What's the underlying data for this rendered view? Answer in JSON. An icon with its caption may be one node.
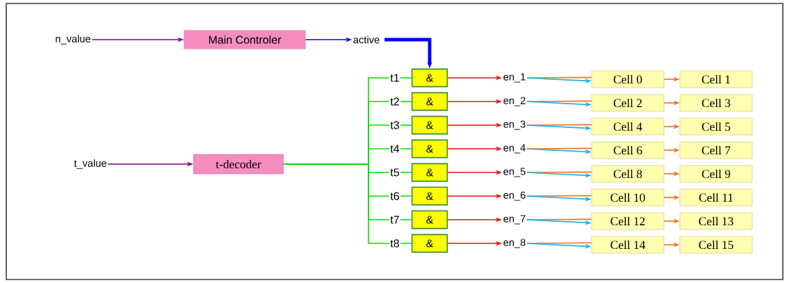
{
  "diagram": {
    "nodes": [
      {
        "text": [
          "n_value"
        ]
      },
      {
        "text": [
          "Main Controler"
        ]
      },
      {
        "text": [
          "active"
        ]
      },
      {
        "text": [
          "t_value"
        ]
      },
      {
        "text": [
          "t-decoder"
        ]
      },
      {
        "text": [
          "&"
        ]
      },
      {
        "text": [
          "&"
        ]
      },
      {
        "text": [
          "&"
        ]
      },
      {
        "text": [
          "&"
        ]
      },
      {
        "text": [
          "&"
        ]
      },
      {
        "text": [
          "&"
        ]
      },
      {
        "text": [
          "&"
        ]
      },
      {
        "text": [
          "&"
        ]
      },
      {
        "text": [
          "en_1"
        ]
      },
      {
        "text": [
          "en_2"
        ]
      },
      {
        "text": [
          "en_3"
        ]
      },
      {
        "text": [
          "en_4"
        ]
      },
      {
        "text": [
          "en_5"
        ]
      },
      {
        "text": [
          "en_6"
        ]
      },
      {
        "text": [
          "en_7"
        ]
      },
      {
        "text": [
          "en_8"
        ]
      },
      {
        "text": [
          "Cell 0"
        ]
      },
      {
        "text": [
          "Cell 1"
        ]
      },
      {
        "text": [
          "Cell 2"
        ]
      },
      {
        "text": [
          "Cell 3"
        ]
      },
      {
        "text": [
          "Cell 4"
        ]
      },
      {
        "text": [
          "Cell 5"
        ]
      },
      {
        "text": [
          "Cell 6"
        ]
      },
      {
        "text": [
          "Cell 7"
        ]
      },
      {
        "text": [
          "Cell 8"
        ]
      },
      {
        "text": [
          "Cell 9"
        ]
      },
      {
        "text": [
          "Cell 10"
        ]
      },
      {
        "text": [
          "Cell 11"
        ]
      },
      {
        "text": [
          "Cell 12"
        ]
      },
      {
        "text": [
          "Cell 13"
        ]
      },
      {
        "text": [
          "Cell 14"
        ]
      },
      {
        "text": [
          "Cell 15"
        ]
      }
    ],
    "edges": [
      {
        "from": 0,
        "to": 1,
        "arrow": "to",
        "color": "#800080"
      },
      {
        "from": 1,
        "to": 2,
        "arrow": "to",
        "color": "#0000ff"
      },
      {
        "from": 2,
        "to": 5,
        "arrow": "to",
        "color": "#0000ff",
        "style": "thick"
      },
      {
        "from": 3,
        "to": 4,
        "arrow": "to",
        "color": "#800080"
      },
      {
        "from": 4,
        "to": 5,
        "arrow": "none",
        "label": "t1",
        "color": "#00e000"
      },
      {
        "from": 4,
        "to": 6,
        "arrow": "none",
        "label": "t2",
        "color": "#00e000"
      },
      {
        "from": 4,
        "to": 7,
        "arrow": "none",
        "label": "t3",
        "color": "#00e000"
      },
      {
        "from": 4,
        "to": 8,
        "arrow": "none",
        "label": "t4",
        "color": "#00e000"
      },
      {
        "from": 4,
        "to": 9,
        "arrow": "none",
        "label": "t5",
        "color": "#00e000"
      },
      {
        "from": 4,
        "to": 10,
        "arrow": "none",
        "label": "t6",
        "color": "#00e000"
      },
      {
        "from": 4,
        "to": 11,
        "arrow": "none",
        "label": "t7",
        "color": "#00e000"
      },
      {
        "from": 4,
        "to": 12,
        "arrow": "none",
        "label": "t8",
        "color": "#00e000"
      },
      {
        "from": 5,
        "to": 13,
        "arrow": "to",
        "color": "#e01010"
      },
      {
        "from": 6,
        "to": 14,
        "arrow": "to",
        "color": "#e01010"
      },
      {
        "from": 7,
        "to": 15,
        "arrow": "to",
        "color": "#e01010"
      },
      {
        "from": 8,
        "to": 16,
        "arrow": "to",
        "color": "#e01010"
      },
      {
        "from": 9,
        "to": 17,
        "arrow": "to",
        "color": "#e01010"
      },
      {
        "from": 10,
        "to": 18,
        "arrow": "to",
        "color": "#e01010"
      },
      {
        "from": 11,
        "to": 19,
        "arrow": "to",
        "color": "#e01010"
      },
      {
        "from": 12,
        "to": 20,
        "arrow": "to",
        "color": "#e01010"
      },
      {
        "from": 13,
        "to": 21,
        "arrow": "none"
      },
      {
        "from": 14,
        "to": 23,
        "arrow": "none"
      },
      {
        "from": 15,
        "to": 25,
        "arrow": "none"
      },
      {
        "from": 16,
        "to": 27,
        "arrow": "none"
      },
      {
        "from": 17,
        "to": 29,
        "arrow": "none"
      },
      {
        "from": 18,
        "to": 31,
        "arrow": "none"
      },
      {
        "from": 19,
        "to": 33,
        "arrow": "none"
      },
      {
        "from": 20,
        "to": 35,
        "arrow": "none"
      },
      {
        "from": 13,
        "to": 21,
        "arrow": "to",
        "color": "#20b0e0"
      },
      {
        "from": 14,
        "to": 23,
        "arrow": "to",
        "color": "#20b0e0"
      },
      {
        "from": 15,
        "to": 25,
        "arrow": "to",
        "color": "#20b0e0"
      },
      {
        "from": 16,
        "to": 27,
        "arrow": "to",
        "color": "#20b0e0"
      },
      {
        "from": 17,
        "to": 29,
        "arrow": "to",
        "color": "#20b0e0"
      },
      {
        "from": 18,
        "to": 31,
        "arrow": "to",
        "color": "#20b0e0"
      },
      {
        "from": 19,
        "to": 33,
        "arrow": "to",
        "color": "#20b0e0"
      },
      {
        "from": 20,
        "to": 35,
        "arrow": "to",
        "color": "#20b0e0"
      },
      {
        "from": 21,
        "to": 22,
        "arrow": "to"
      },
      {
        "from": 23,
        "to": 24,
        "arrow": "to"
      },
      {
        "from": 25,
        "to": 26,
        "arrow": "to"
      },
      {
        "from": 27,
        "to": 28,
        "arrow": "to"
      },
      {
        "from": 29,
        "to": 30,
        "arrow": "to"
      },
      {
        "from": 31,
        "to": 32,
        "arrow": "to"
      },
      {
        "from": 33,
        "to": 34,
        "arrow": "to"
      },
      {
        "from": 35,
        "to": 36,
        "arrow": "to"
      }
    ]
  }
}
